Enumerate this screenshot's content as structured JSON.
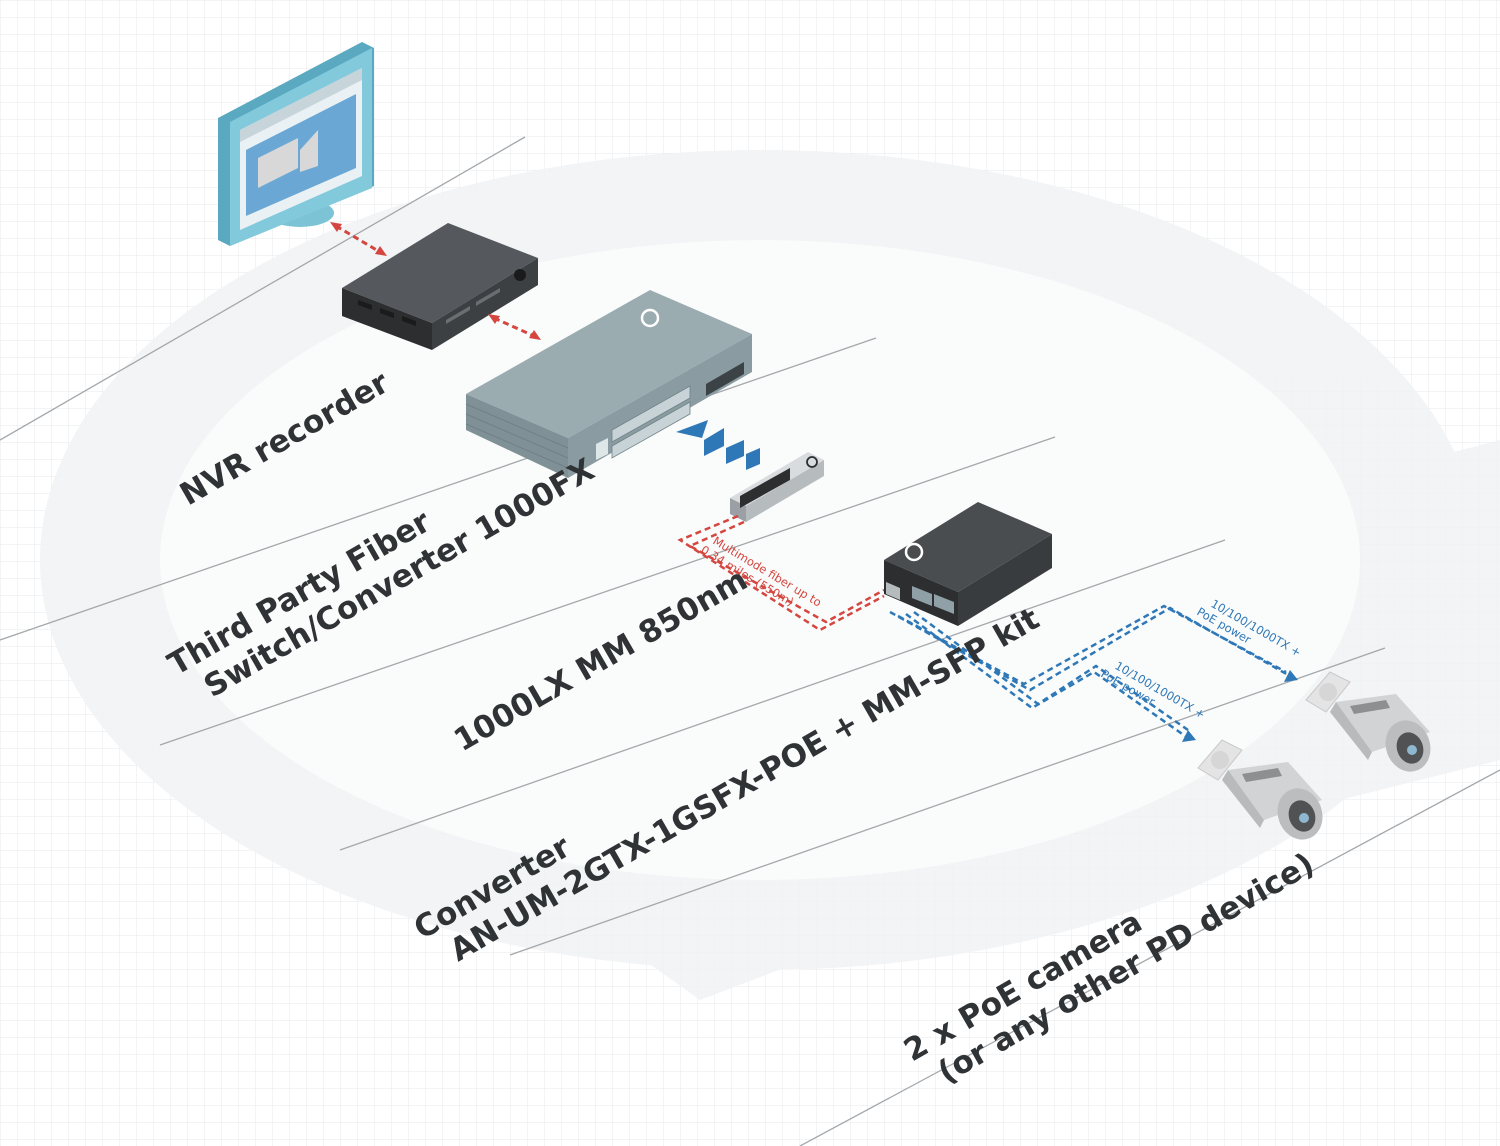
{
  "labels": {
    "nvr": "NVR recorder",
    "switch_line1": "Third Party Fiber",
    "switch_line2": "Switch/Converter 1000FX",
    "sfp": "1000LX MM 850nm",
    "converter_line1": "Converter",
    "converter_line2": "AN-UM-2GTX-1GSFX-POE + MM-SFP kit",
    "camera_line1": "2 x PoE camera",
    "camera_line2": "(or any other PD device)"
  },
  "annotations": {
    "fiber_line1": "Multimode fiber up to",
    "fiber_line2": "0.34 miles (550m)",
    "poe_upper_line1": "10/100/1000TX +",
    "poe_upper_line2": "PoE power",
    "poe_lower_line1": "10/100/1000TX +",
    "poe_lower_line2": "PoE power"
  },
  "colors": {
    "fiber_link": "#d4463f",
    "ethernet_link": "#2f78b8",
    "switch_body": "#8fa3a8",
    "device_dark": "#3a3c3f",
    "monitor": "#7cc3d6",
    "label_text": "#2f3336"
  }
}
